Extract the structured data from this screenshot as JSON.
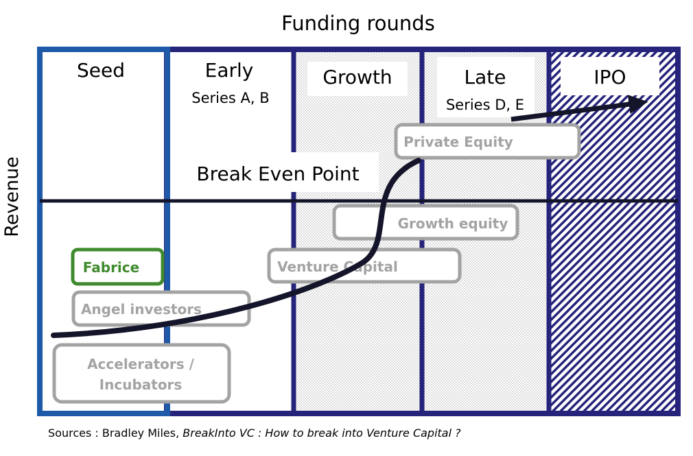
{
  "title": "Funding rounds",
  "y_axis_label": "Revenue",
  "stages": [
    {
      "name": "Seed",
      "sub": ""
    },
    {
      "name": "Early",
      "sub": "Series A, B"
    },
    {
      "name": "Growth",
      "sub": ""
    },
    {
      "name": "Late",
      "sub": "Series D, E"
    },
    {
      "name": "IPO",
      "sub": ""
    }
  ],
  "break_even_label": "Break Even Point",
  "investors": {
    "private_equity": "Private Equity",
    "growth_equity": "Growth equity",
    "venture_capital": "Venture Capital",
    "fabrice": "Fabrice",
    "angel_investors": "Angel investors",
    "accelerators_line1": "Accelerators /",
    "accelerators_line2": "Incubators"
  },
  "source": {
    "prefix": "Sources : Bradley Miles, ",
    "title": "BreakInto VC : How to break into Venture Capital ?"
  },
  "colors": {
    "seed_border": "#1f5aa8",
    "frame": "#25237a",
    "box_grey": "#a3a3a3",
    "fabrice_green": "#3f8a2e",
    "curve": "#14142a"
  }
}
